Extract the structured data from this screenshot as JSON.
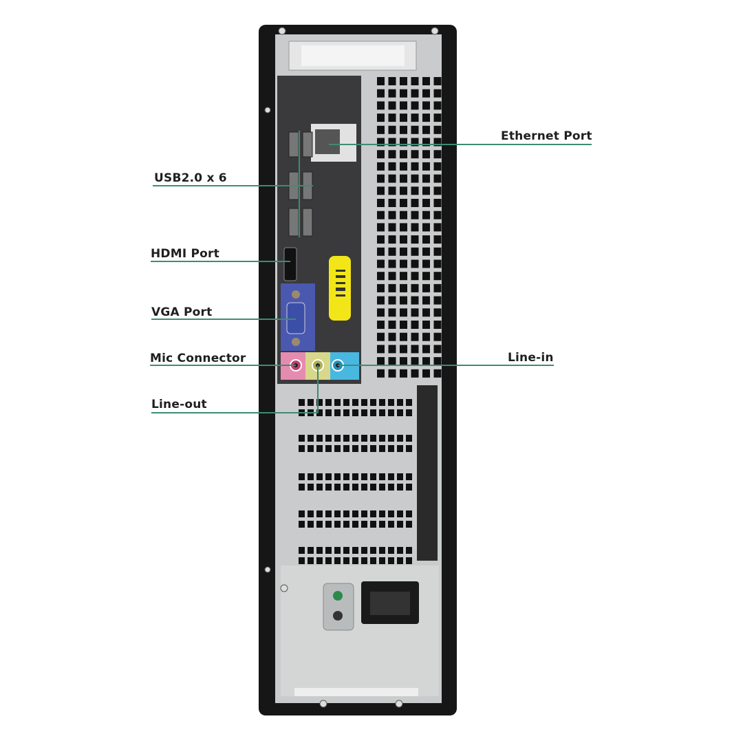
{
  "title": "Desktop PC rear panel ports",
  "labels": {
    "ethernet": "Ethernet Port",
    "usb": "USB2.0 x 6",
    "hdmi": "HDMI Port",
    "vga": "VGA Port",
    "mic": "Mic Connector",
    "line_out": "Line-out",
    "line_in": "Line-in"
  },
  "colors": {
    "leader_line": "#3d8c74",
    "case": "#161616",
    "panel": "#c9cbcc",
    "io_shield": "#3a3a3c",
    "vga_blue": "#4a58b0",
    "mic_pink": "#e58bb0",
    "line_out_lime": "#d8d88a",
    "line_in_cyan": "#49b8e0",
    "sticker_yellow": "#f2e619"
  }
}
